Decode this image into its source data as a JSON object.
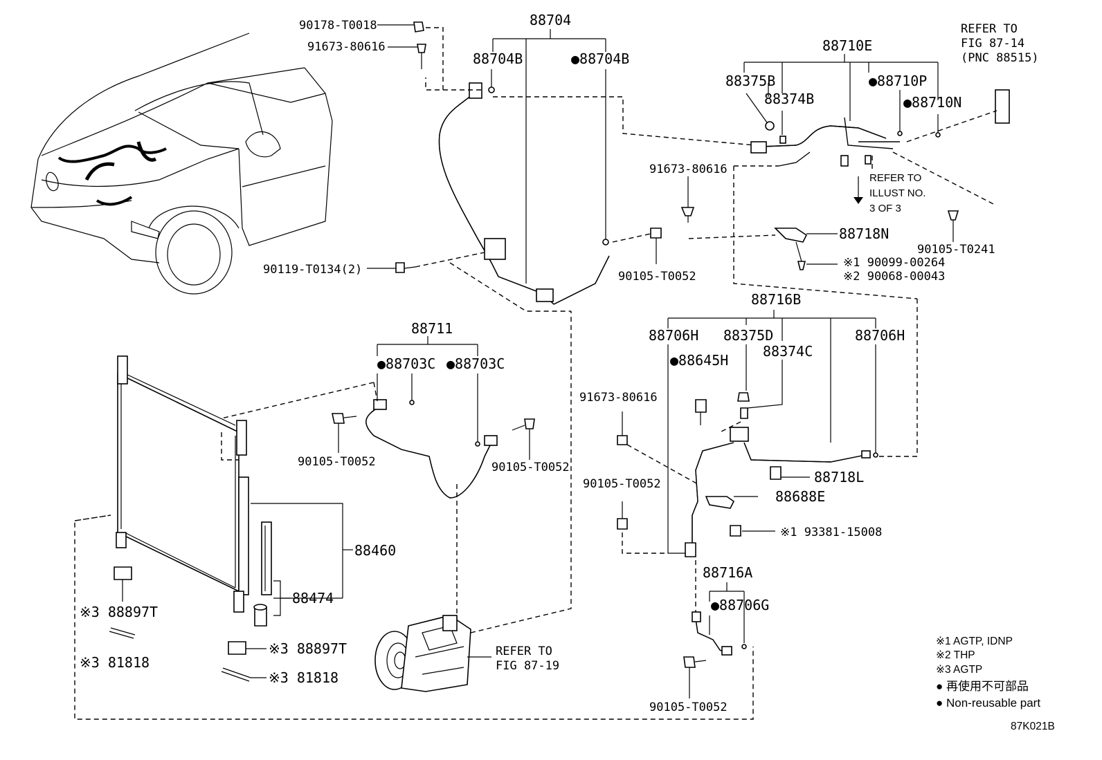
{
  "labels": {
    "l_90178": "90178-T0018",
    "l_91673_a": "91673-80616",
    "l_88704": "88704",
    "l_88704B": "88704B",
    "l_88704B_nr": "●88704B",
    "l_88710E": "88710E",
    "l_refer_1": "REFER TO",
    "l_refer_2": "FIG 87-14",
    "l_refer_3": "(PNC 88515)",
    "l_88375B": "88375B",
    "l_88374B": "88374B",
    "l_88710P": "●88710P",
    "l_88710N": "●88710N",
    "l_91673_b": "91673-80616",
    "l_illust_1": "REFER TO",
    "l_illust_2": "ILLUST NO.",
    "l_illust_3": "3 OF 3",
    "l_88718N": "88718N",
    "l_90105_T0241": "90105-T0241",
    "l_90099": "※1 90099-00264",
    "l_90068": "※2 90068-00043",
    "l_90119": "90119-T0134(2)",
    "l_90105_a": "90105-T0052",
    "l_88716B": "88716B",
    "l_88711": "88711",
    "l_88703C_a": "●88703C",
    "l_88703C_b": "●88703C",
    "l_88706H_a": "88706H",
    "l_88375D": "88375D",
    "l_88706H_b": "88706H",
    "l_88645H": "●88645H",
    "l_88374C": "88374C",
    "l_91673_c": "91673-80616",
    "l_90105_b": "90105-T0052",
    "l_90105_c": "90105-T0052",
    "l_90105_d": "90105-T0052",
    "l_88718L": "88718L",
    "l_88688E": "88688E",
    "l_93381": "※1 93381-15008",
    "l_88460": "88460",
    "l_88474": "88474",
    "l_88897T_a": "※3 88897T",
    "l_88897T_b": "※3 88897T",
    "l_81818_a": "※3 81818",
    "l_81818_b": "※3 81818",
    "l_refer_1919_1": "REFER TO",
    "l_refer_1919_2": "FIG 87-19",
    "l_88716A": "88716A",
    "l_88706G": "●88706G",
    "l_90105_e": "90105-T0052"
  },
  "legend": {
    "n1": "※1 AGTP, IDNP",
    "n2": "※2 THP",
    "n3": "※3 AGTP",
    "n4": "● 再使用不可部品",
    "n5": "● Non-reusable part"
  },
  "figure_code": "87K021B"
}
